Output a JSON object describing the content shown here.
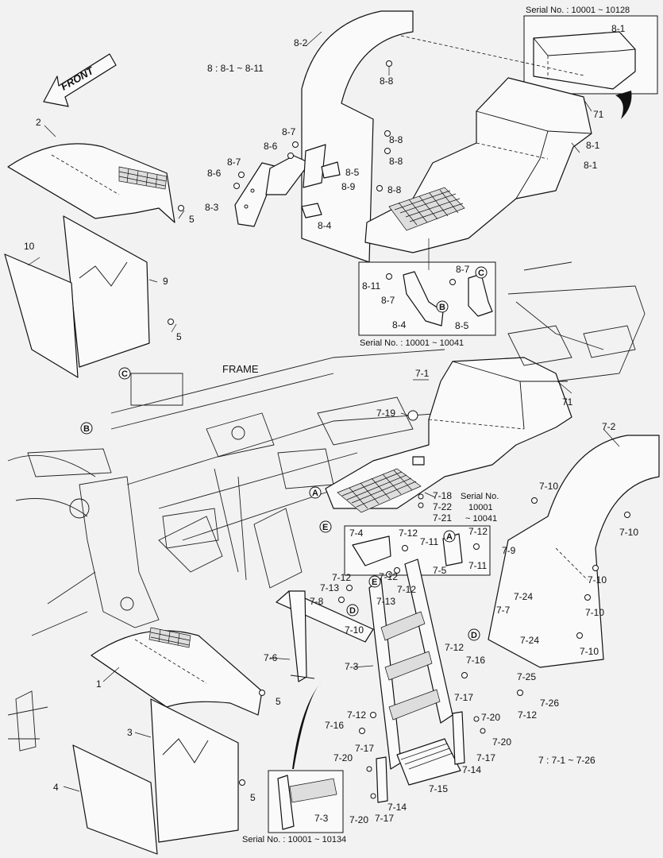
{
  "labels": {
    "l_8_2": "8-2",
    "l_8_8a": "8-8",
    "l_8_set": "8 : 8-1 ~ 8-11",
    "l_8_7a": "8-7",
    "l_8_6a": "8-6",
    "l_8_8b": "8-8",
    "l_8_8c": "8-8",
    "l_8_7b": "8-7",
    "l_8_6b": "8-6",
    "l_8_5a": "8-5",
    "l_8_9": "8-9",
    "l_8_8d": "8-8",
    "l_8_3": "8-3",
    "l_8_4a": "8-4",
    "l_8_1a": "8-1",
    "l_71a": "71",
    "l_8_1b": "8-1",
    "l_2": "2",
    "l_5a": "5",
    "l_10": "10",
    "l_9": "9",
    "l_5b": "5",
    "l_8_11": "8-11",
    "l_8_7c": "8-7",
    "l_8_7d": "8-7",
    "l_8_4b": "8-4",
    "l_8_5b": "8-5",
    "l_frame": "FRAME",
    "l_7_1": "7-1",
    "l_71b": "71",
    "l_7_19": "7-19",
    "l_7_2": "7-2",
    "l_7_10a": "7-10",
    "l_7_10b": "7-10",
    "l_7_18": "7-18",
    "l_7_22": "7-22",
    "l_7_21": "7-21",
    "l_7_4": "7-4",
    "l_7_12a": "7-12",
    "l_7_11a": "7-11",
    "l_7_12b": "7-12",
    "l_7_11b": "7-11",
    "l_7_5": "7-5",
    "l_7_9": "7-9",
    "l_7_10c": "7-10",
    "l_7_24a": "7-24",
    "l_7_10d": "7-10",
    "l_7_7": "7-7",
    "l_7_24b": "7-24",
    "l_7_10e": "7-10",
    "l_7_12c": "7-12",
    "l_7_13a": "7-13",
    "l_7_8": "7-8",
    "l_7_13b": "7-13",
    "l_7_12d": "7-12",
    "l_7_12e": "7-12",
    "l_7_10f": "7-10",
    "l_7_6": "7-6",
    "l_7_3a": "7-3",
    "l_7_12f": "7-12",
    "l_7_16a": "7-16",
    "l_7_25": "7-25",
    "l_7_26": "7-26",
    "l_7_17a": "7-17",
    "l_7_20a": "7-20",
    "l_7_12g": "7-12",
    "l_7_12h": "7-12",
    "l_7_16b": "7-16",
    "l_7_20b": "7-20",
    "l_7_17b": "7-17",
    "l_7_14a": "7-14",
    "l_7_17c": "7-17",
    "l_7_20c": "7-20",
    "l_7_set": "7 : 7-1 ~ 7-26",
    "l_7_15": "7-15",
    "l_7_14b": "7-14",
    "l_7_17d": "7-17",
    "l_7_20d": "7-20",
    "l_7_3b": "7-3",
    "l_1": "1",
    "l_3": "3",
    "l_5c": "5",
    "l_4": "4",
    "l_5d": "5",
    "l_8_1c": "8-1"
  },
  "serials": {
    "s_top": "Serial No. : 10001 ~ 10128",
    "s_mid": "Serial No. : 10001 ~ 10041",
    "s_bot": "Serial No. : 10001 ~ 10134",
    "s_r1": "Serial No.",
    "s_r2": "10001",
    "s_r3": "~ 10041"
  },
  "callouts": {
    "A1": "A",
    "A2": "A",
    "B1": "B",
    "B2": "B",
    "C1": "C",
    "C2": "C",
    "D1": "D",
    "D2": "D",
    "E1": "E",
    "E2": "E"
  },
  "arrow": {
    "front": "FRONT"
  }
}
